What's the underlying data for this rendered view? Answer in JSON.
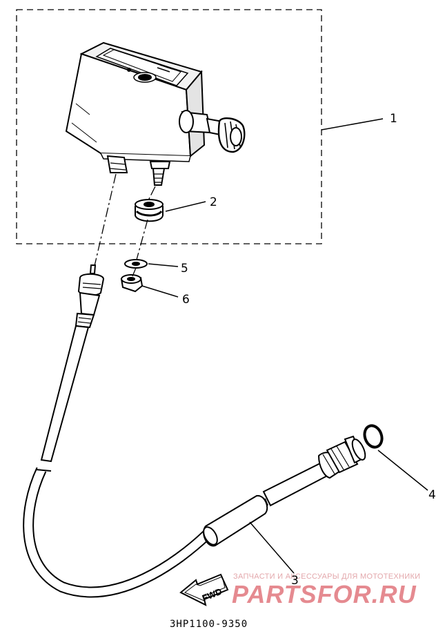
{
  "diagram": {
    "callouts": [
      {
        "id": "1",
        "label": "1"
      },
      {
        "id": "2",
        "label": "2"
      },
      {
        "id": "3",
        "label": "3"
      },
      {
        "id": "4",
        "label": "4"
      },
      {
        "id": "5",
        "label": "5"
      },
      {
        "id": "6",
        "label": "6"
      }
    ],
    "direction_label": "FWD",
    "diagram_code": "3HP1100-9350"
  },
  "watermark": {
    "tagline": "ЗАПЧАСТИ И АКСЕССУАРЫ ДЛЯ МОТОТЕХНИКИ",
    "brand": "PARTSFOR.RU",
    "color": "#e58a90"
  }
}
